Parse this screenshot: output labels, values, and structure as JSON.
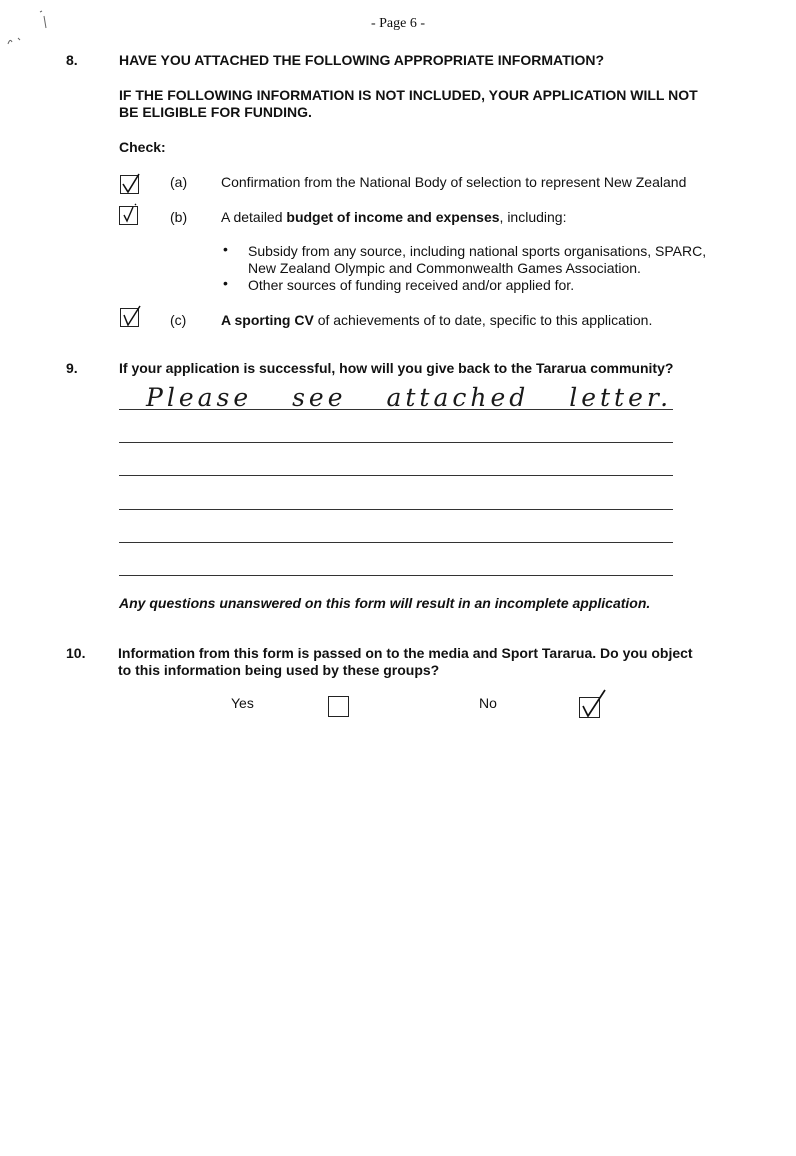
{
  "page_number": "- Page 6 -",
  "q8": {
    "number": "8.",
    "title": "HAVE YOU ATTACHED THE FOLLOWING APPROPRIATE INFORMATION?",
    "warning_line1": "IF THE FOLLOWING INFORMATION IS NOT INCLUDED, YOUR APPLICATION WILL NOT",
    "warning_line2": "BE ELIGIBLE FOR FUNDING.",
    "check_label": "Check:",
    "items": [
      {
        "letter": "(a)",
        "text": "Confirmation from the National Body of selection to represent New Zealand",
        "checked": true
      },
      {
        "letter": "(b)",
        "text_pre": "A detailed ",
        "text_bold": "budget of income and expenses",
        "text_post": ", including:",
        "checked": true
      },
      {
        "letter": "(c)",
        "text_bold": "A sporting CV",
        "text_post": " of achievements of to date, specific to this application.",
        "checked": true
      }
    ],
    "bullets": [
      {
        "line1": "Subsidy from any source, including national sports organisations, SPARC,",
        "line2": "New Zealand Olympic and Commonwealth Games Association."
      },
      {
        "line1": "Other sources of funding received and/or applied for."
      }
    ]
  },
  "q9": {
    "number": "9.",
    "question": "If your application is successful, how will you give back to the Tararua community?",
    "answer": "Please see attached letter.",
    "warning": "Any questions unanswered on this form will result in an incomplete application."
  },
  "q10": {
    "number": "10.",
    "question_line1": "Information from this form is passed on to the media and Sport Tararua.  Do you object",
    "question_line2": "to this information being used by these groups?",
    "yes_label": "Yes",
    "no_label": "No",
    "yes_checked": false,
    "no_checked": true
  }
}
